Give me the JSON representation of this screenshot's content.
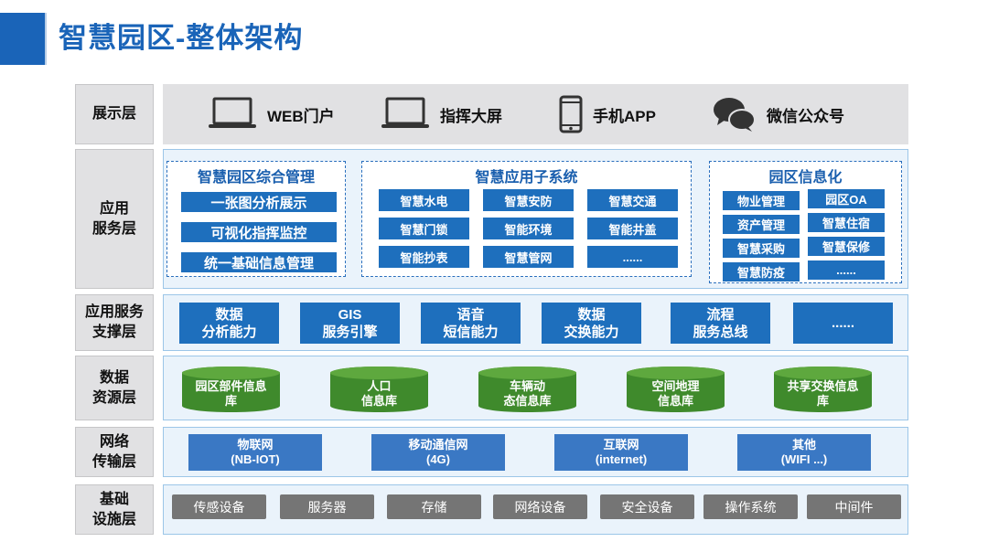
{
  "title": "智慧园区-整体架构",
  "layers": {
    "display": {
      "label": "展示层",
      "items": [
        {
          "label": "WEB门户",
          "icon": "laptop-icon"
        },
        {
          "label": "指挥大屏",
          "icon": "laptop-icon"
        },
        {
          "label": "手机APP",
          "icon": "mobile-phone-icon"
        },
        {
          "label": "微信公众号",
          "icon": "wechat-icon"
        }
      ]
    },
    "app_service": {
      "label": "应用\n服务层",
      "group1": {
        "title": "智慧园区综合管理",
        "items": [
          "一张图分析展示",
          "可视化指挥监控",
          "统一基础信息管理"
        ]
      },
      "group2": {
        "title": "智慧应用子系统",
        "items": [
          "智慧水电",
          "智慧安防",
          "智慧交通",
          "智慧门锁",
          "智能环境",
          "智能井盖",
          "智能抄表",
          "智慧管网",
          "......"
        ]
      },
      "group3": {
        "title": "园区信息化",
        "items": [
          "物业管理",
          "园区OA",
          "资产管理",
          "智慧住宿",
          "智慧采购",
          "智慧保修",
          "智慧防疫",
          "......"
        ]
      }
    },
    "support": {
      "label": "应用服务\n支撑层",
      "items": [
        "数据\n分析能力",
        "GIS\n服务引擎",
        "语音\n短信能力",
        "数据\n交换能力",
        "流程\n服务总线",
        "......"
      ]
    },
    "data": {
      "label": "数据\n资源层",
      "items": [
        "园区部件信息\n库",
        "人口\n信息库",
        "车辆动\n态信息库",
        "空间地理\n信息库",
        "共享交换信息\n库"
      ]
    },
    "network": {
      "label": "网络\n传输层",
      "items": [
        "物联网\n(NB-IOT)",
        "移动通信网\n(4G)",
        "互联网\n(internet)",
        "其他\n(WIFI ...)"
      ]
    },
    "infrastructure": {
      "label": "基础\n设施层",
      "items": [
        "传感设备",
        "服务器",
        "存储",
        "网络设备",
        "安全设备",
        "操作系统",
        "中间件"
      ]
    }
  },
  "colors": {
    "accent": "#1a64b8",
    "box_blue": "#1e6fbd",
    "db_green": "#3f8a2c",
    "network_blue": "#3a78c4",
    "infra_gray": "#757575",
    "label_gray": "#e1e1e3",
    "layer_bg": "#eaf3fb"
  }
}
